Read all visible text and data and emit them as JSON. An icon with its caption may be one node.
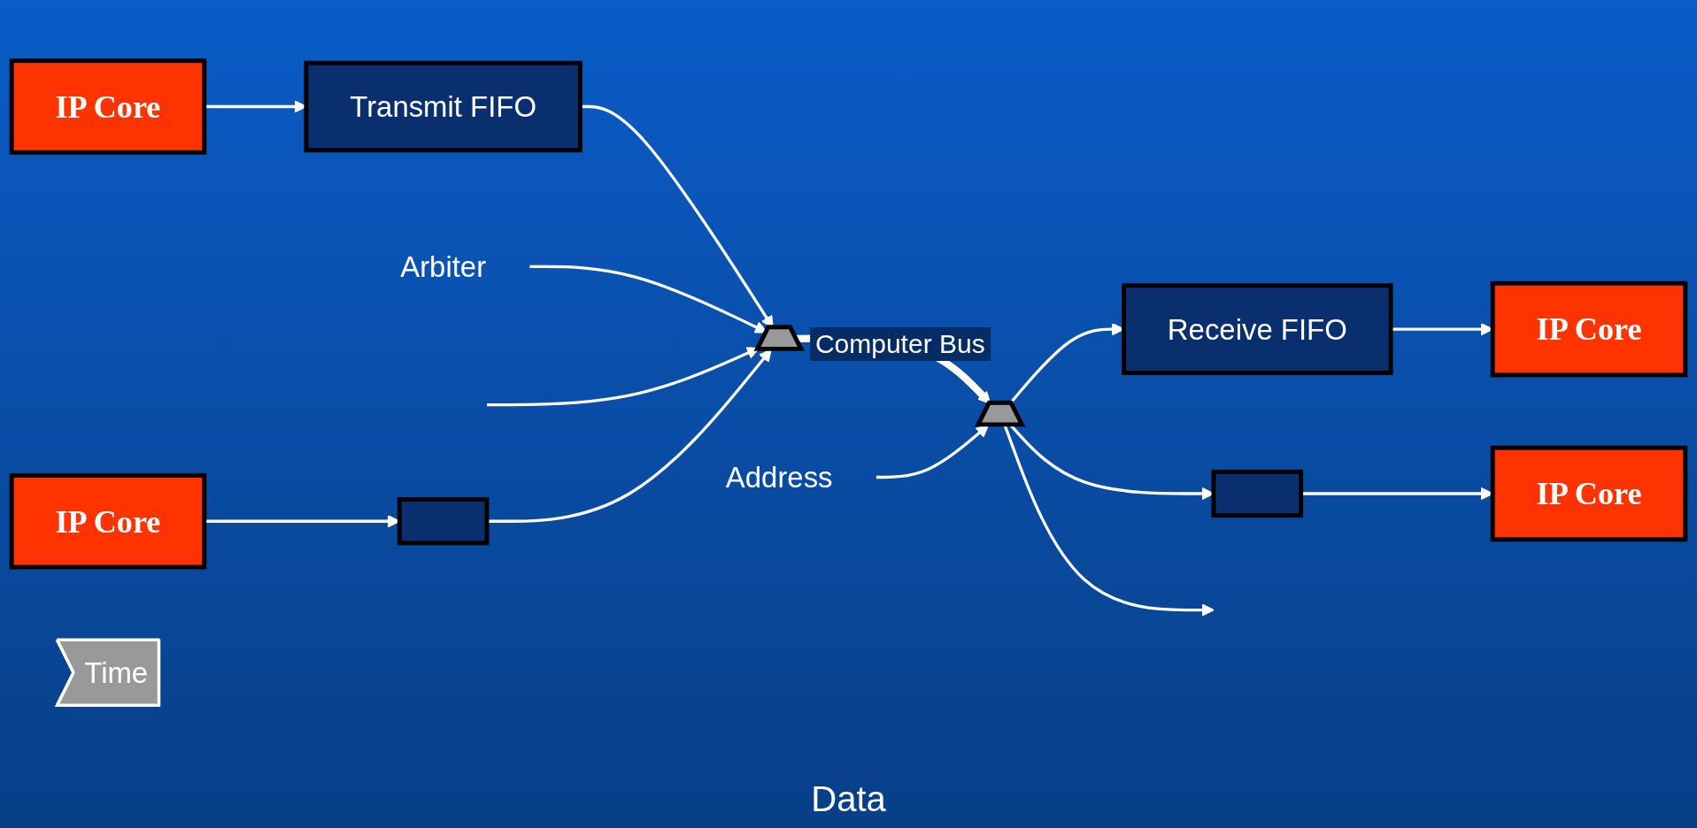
{
  "diagram": {
    "nodes": [
      {
        "text": [
          "IP Core"
        ]
      },
      {
        "text": [
          "Transmit FIFO"
        ]
      },
      {
        "text": [
          "Arbiter"
        ]
      },
      {
        "text": [],
        "shape": "trapezoid"
      },
      {
        "text": [
          "Address"
        ]
      },
      {
        "text": [],
        "shape": "trapezoid"
      },
      {
        "text": [
          "Receive FIFO"
        ]
      },
      {
        "text": [
          "IP Core"
        ]
      },
      {
        "text": [
          "IP Core"
        ]
      },
      {
        "text": [],
        "shape": "box"
      },
      {
        "text": [],
        "shape": "box"
      },
      {
        "text": [
          "IP Core"
        ]
      },
      {
        "text": [
          "Time"
        ]
      }
    ],
    "edges": [
      {
        "from": 0,
        "to": 1,
        "arrow": "to"
      },
      {
        "from": 8,
        "to": 9,
        "arrow": "to"
      },
      {
        "from": 1,
        "to": 3,
        "arrow": "to"
      },
      {
        "from": 2,
        "to": 3,
        "arrow": "to"
      },
      {
        "from": null,
        "to": 3,
        "arrow": "to"
      },
      {
        "from": 9,
        "to": 3,
        "arrow": "to"
      },
      {
        "from": 3,
        "to": 5,
        "label": "Computer Bus",
        "arrow": "to",
        "style": "thick"
      },
      {
        "from": 4,
        "to": 5,
        "arrow": "to"
      },
      {
        "from": 5,
        "to": 6,
        "arrow": "to"
      },
      {
        "from": 5,
        "to": null,
        "arrow": "to"
      },
      {
        "from": 5,
        "to": 10,
        "arrow": "to"
      },
      {
        "from": 6,
        "to": 7,
        "arrow": "to"
      },
      {
        "from": 10,
        "to": 11,
        "arrow": "to"
      }
    ],
    "labels": [
      "Data"
    ]
  }
}
